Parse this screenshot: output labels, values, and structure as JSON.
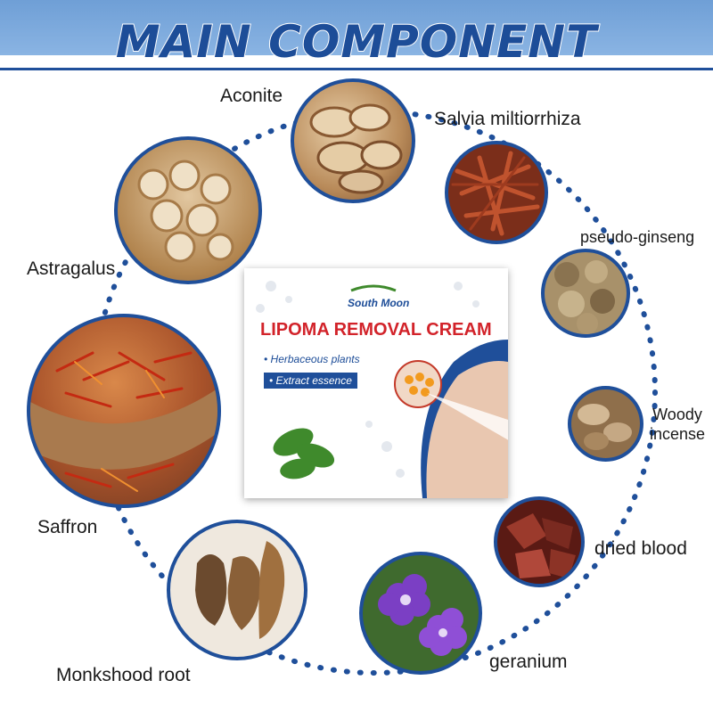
{
  "header": {
    "title": "MAIN COMPONENT"
  },
  "ingredients": [
    {
      "label": "Aconite",
      "icon": "aconite-slices-image"
    },
    {
      "label": "Salvia miltiorrhiza",
      "icon": "salvia-root-image"
    },
    {
      "label": "pseudo-ginseng",
      "icon": "pseudo-ginseng-image"
    },
    {
      "label": "Woody incense",
      "icon": "woody-incense-image"
    },
    {
      "label": "dried blood",
      "icon": "dried-blood-image"
    },
    {
      "label": "geranium",
      "icon": "geranium-flower-image"
    },
    {
      "label": "Monkshood root",
      "icon": "monkshood-root-image"
    },
    {
      "label": "Saffron",
      "icon": "saffron-image"
    },
    {
      "label": "Astragalus",
      "icon": "astragalus-slices-image"
    }
  ],
  "product": {
    "brand": "South Moon",
    "title": "LIPOMA REMOVAL CREAM",
    "tag1": "• Herbaceous plants",
    "tag2": "• Extract essence"
  },
  "colors": {
    "accent": "#1f4f9a",
    "title_red": "#d2232a"
  }
}
